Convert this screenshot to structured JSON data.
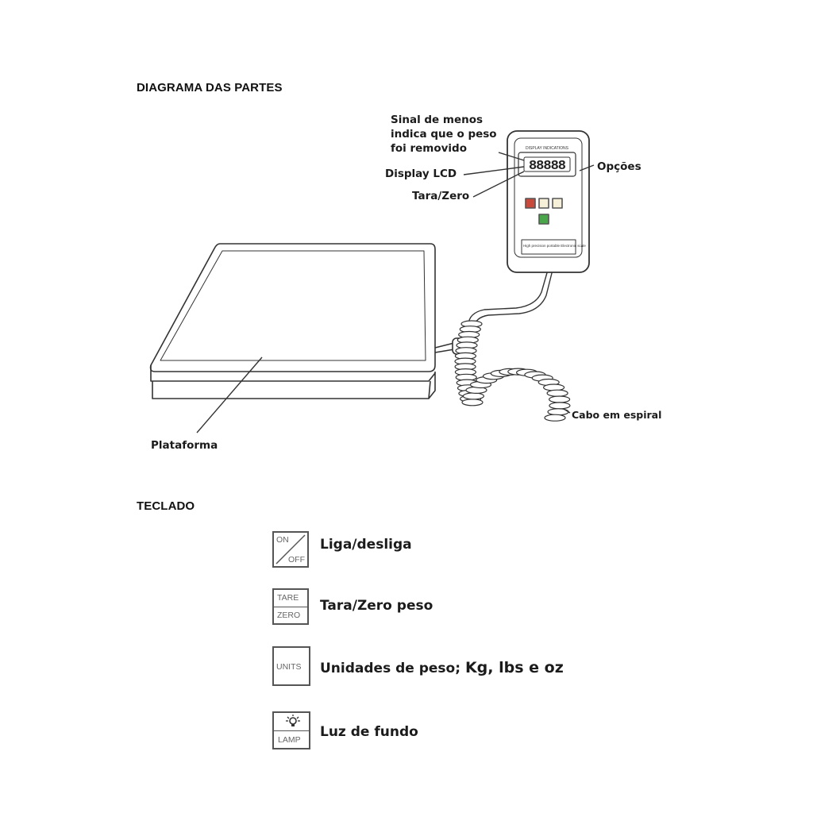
{
  "sections": {
    "diagram_title": "DIAGRAMA DAS PARTES",
    "keypad_title": "TECLADO"
  },
  "diagram": {
    "labels": {
      "minus_sign": "Sinal de menos indica que o peso foi removido",
      "lcd": "Display LCD",
      "tare_zero": "Tara/Zero",
      "options": "Opções",
      "cable": "Cabo em espiral",
      "platform": "Plataforma"
    },
    "display_header": "DISPLAY INDICATIONS",
    "display_digits": "88888",
    "footer_text": "High precision portable Electronic scale"
  },
  "keypad": {
    "on_off": {
      "top": "ON",
      "bottom": "OFF",
      "description": "Liga/desliga"
    },
    "tare_zero": {
      "top": "TARE",
      "bottom": "ZERO",
      "description": "Tara/Zero peso"
    },
    "units": {
      "label": "UNITS",
      "description_prefix": "Unidades de peso;",
      "description_units": "Kg, lbs e oz"
    },
    "lamp": {
      "label": "LAMP",
      "description": "Luz de fundo",
      "icon": "bulb-icon"
    }
  }
}
